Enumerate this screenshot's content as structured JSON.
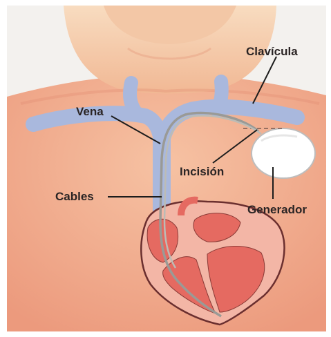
{
  "labels": {
    "clavicle": "Clavícula",
    "vein": "Vena",
    "incision": "Incisión",
    "leads": "Cables",
    "generator": "Generador"
  },
  "colors": {
    "skin_light": "#f7d6b8",
    "skin_dark": "#ee9c7f",
    "vein": "#a9b8dd",
    "heart_wall": "#f3b6a6",
    "heart_chamber": "#e56a61",
    "lead": "#9a9a96",
    "generator": "#ffffff",
    "label_text": "#2a2424"
  }
}
